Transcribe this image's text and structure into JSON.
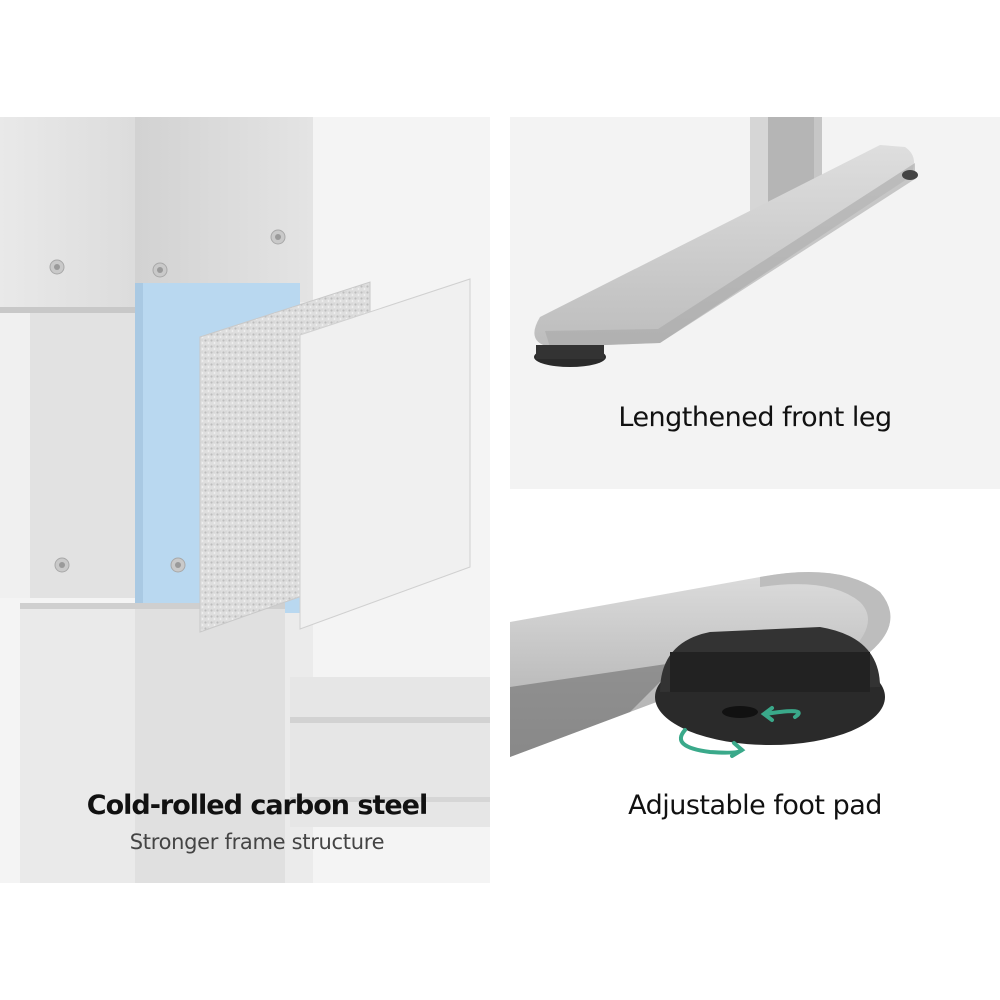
{
  "panels": {
    "steel": {
      "title": "Cold-rolled carbon steel",
      "subtitle": "Stronger frame structure"
    },
    "front_leg": {
      "title": "Lengthened front leg"
    },
    "foot_pad": {
      "title": "Adjustable foot pad"
    }
  },
  "colors": {
    "frame": "#d7d7d7",
    "inner_layer": "#b9d8f0",
    "rotate_arrow": "#3aa98a",
    "foot_pad": "#2a2a2a"
  },
  "icons": [
    "rotate-arrows-icon"
  ]
}
